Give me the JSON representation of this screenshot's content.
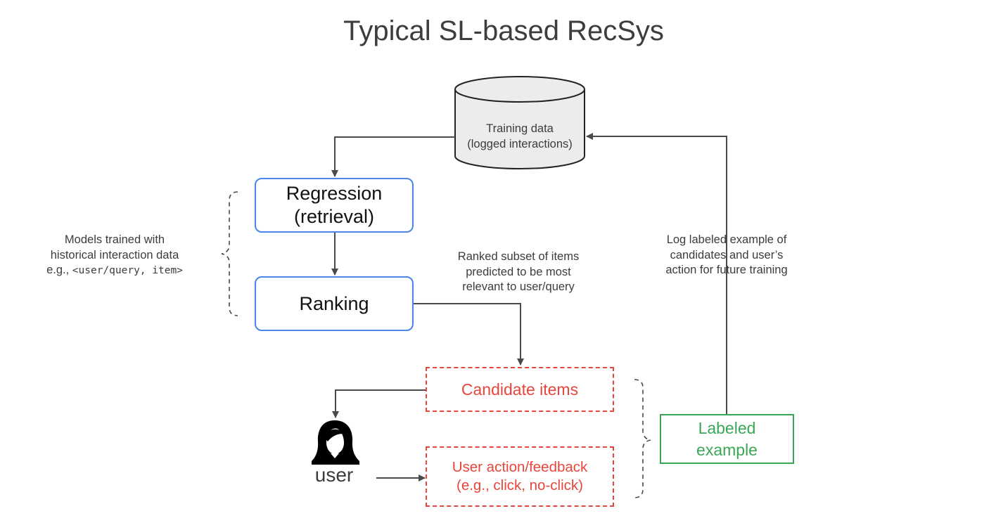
{
  "title": "Typical SL-based RecSys",
  "database": {
    "line1": "Training data",
    "line2": "(logged interactions)"
  },
  "regression": {
    "line1": "Regression",
    "line2": "(retrieval)"
  },
  "ranking": {
    "label": "Ranking"
  },
  "models_note": {
    "line1": "Models trained with",
    "line2": "historical interaction data",
    "line3_prefix": "e.g., ",
    "line3_code": "<user/query, item>"
  },
  "ranked_note": {
    "line1": "Ranked subset of items",
    "line2": "predicted to be most",
    "line3": "relevant to user/query"
  },
  "log_note": {
    "line1": "Log labeled example of",
    "line2": "candidates and user’s",
    "line3": "action for future training"
  },
  "candidate": {
    "label": "Candidate items"
  },
  "user_action": {
    "line1": "User action/feedback",
    "line2": "(e.g., click, no-click)"
  },
  "labeled": {
    "line1": "Labeled",
    "line2": "example"
  },
  "user": {
    "label": "user",
    "icon": "user-icon"
  },
  "colors": {
    "blue": "#4a86e8",
    "red": "#e8453c",
    "green": "#3aa757",
    "arrow": "#4a4a4a",
    "cylinder_fill": "#ececec"
  }
}
